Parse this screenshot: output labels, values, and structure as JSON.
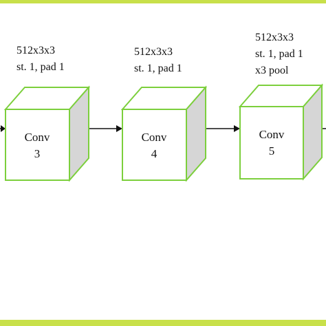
{
  "colors": {
    "accent_band": "#c8e04a",
    "cube_edge": "#7ccf3c",
    "cube_side": "#d6d6d6",
    "cube_front": "#ffffff",
    "arrow": "#111111"
  },
  "blocks": [
    {
      "params": [
        "512x3x3",
        "st. 1, pad 1"
      ],
      "title": "Conv",
      "index": "3"
    },
    {
      "params": [
        "512x3x3",
        "st. 1, pad 1"
      ],
      "title": "Conv",
      "index": "4"
    },
    {
      "params": [
        "512x3x3",
        "st. 1, pad 1",
        "x3 pool"
      ],
      "title": "Conv",
      "index": "5"
    }
  ]
}
